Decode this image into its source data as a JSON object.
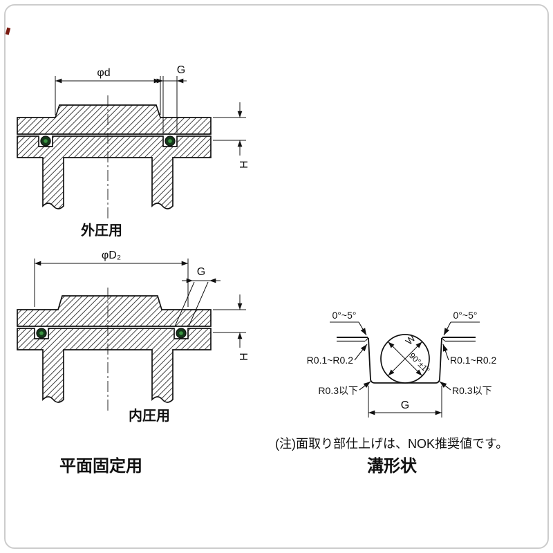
{
  "colors": {
    "line": "#111111",
    "hatch": "#2b2b2b",
    "oring_body": "#15381b",
    "oring_core": "#3a9440",
    "photo_border": "#cccccc",
    "artifact": "#7a1a10"
  },
  "figure_external": {
    "caption": "外圧用",
    "dim_diameter": "φd",
    "dim_groove_width": "G",
    "dim_groove_depth": "H"
  },
  "figure_internal": {
    "caption": "内圧用",
    "dim_diameter": "φD₂",
    "dim_groove_width": "G",
    "dim_groove_depth": "H"
  },
  "section_caption": "平面固定用",
  "groove_detail": {
    "caption": "溝形状",
    "chamfer_angle_left": "0°~5°",
    "chamfer_angle_right": "0°~5°",
    "radius_top_left": "R0.1~R0.2",
    "radius_top_right": "R0.1~R0.2",
    "radius_bottom_left": "R0.3以下",
    "radius_bottom_right": "R0.3以下",
    "cross_section_width": "W",
    "cross_angle": "90°±1°",
    "dim_groove_width": "G",
    "note": "(注)面取り部仕上げは、NOK推奨値です。"
  }
}
